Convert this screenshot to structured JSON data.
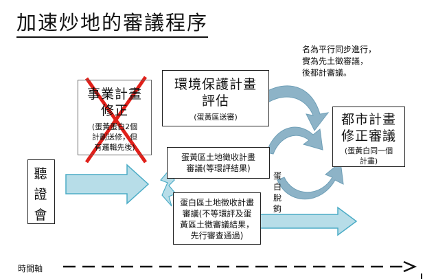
{
  "title": "加速炒地的審議程序",
  "note_lines": [
    "名為平行同步進行，",
    "實為先土徵審議，",
    "後都計審議。"
  ],
  "boxes": {
    "plan_change": {
      "title_lines": [
        "事業計畫",
        "修正"
      ],
      "sub_lines": [
        "(蛋黃蛋白2個",
        "計劃送修，但",
        "有邏輯先後)"
      ]
    },
    "env": {
      "title_lines": [
        "環境保護計畫",
        "評估"
      ],
      "sub_lines": [
        "(蛋黃區送審)"
      ]
    },
    "urban": {
      "title_lines": [
        "都市計畫",
        "修正審議"
      ],
      "sub_lines": [
        "(蛋黃白同一個",
        "計畫)"
      ]
    },
    "yolk": {
      "lines": [
        "蛋黃區土地徵收計畫",
        "審議(等環評結果)"
      ]
    },
    "white": {
      "lines": [
        "蛋白區土地徵收計畫",
        "審議(不等環評及蛋",
        "黃區土徵審議結果，",
        "先行審查通過)"
      ]
    },
    "hearing": {
      "chars": [
        "聽",
        "證",
        "會"
      ]
    }
  },
  "side_label_chars": [
    "蛋",
    "白",
    "脫",
    "鉤"
  ],
  "timeline_label": "時間軸",
  "colors": {
    "arrow_fill": "#b7dde8",
    "arrow_stroke": "#4bacc6",
    "curve_fill": "#8db3c7",
    "cross": "#e0201a"
  }
}
